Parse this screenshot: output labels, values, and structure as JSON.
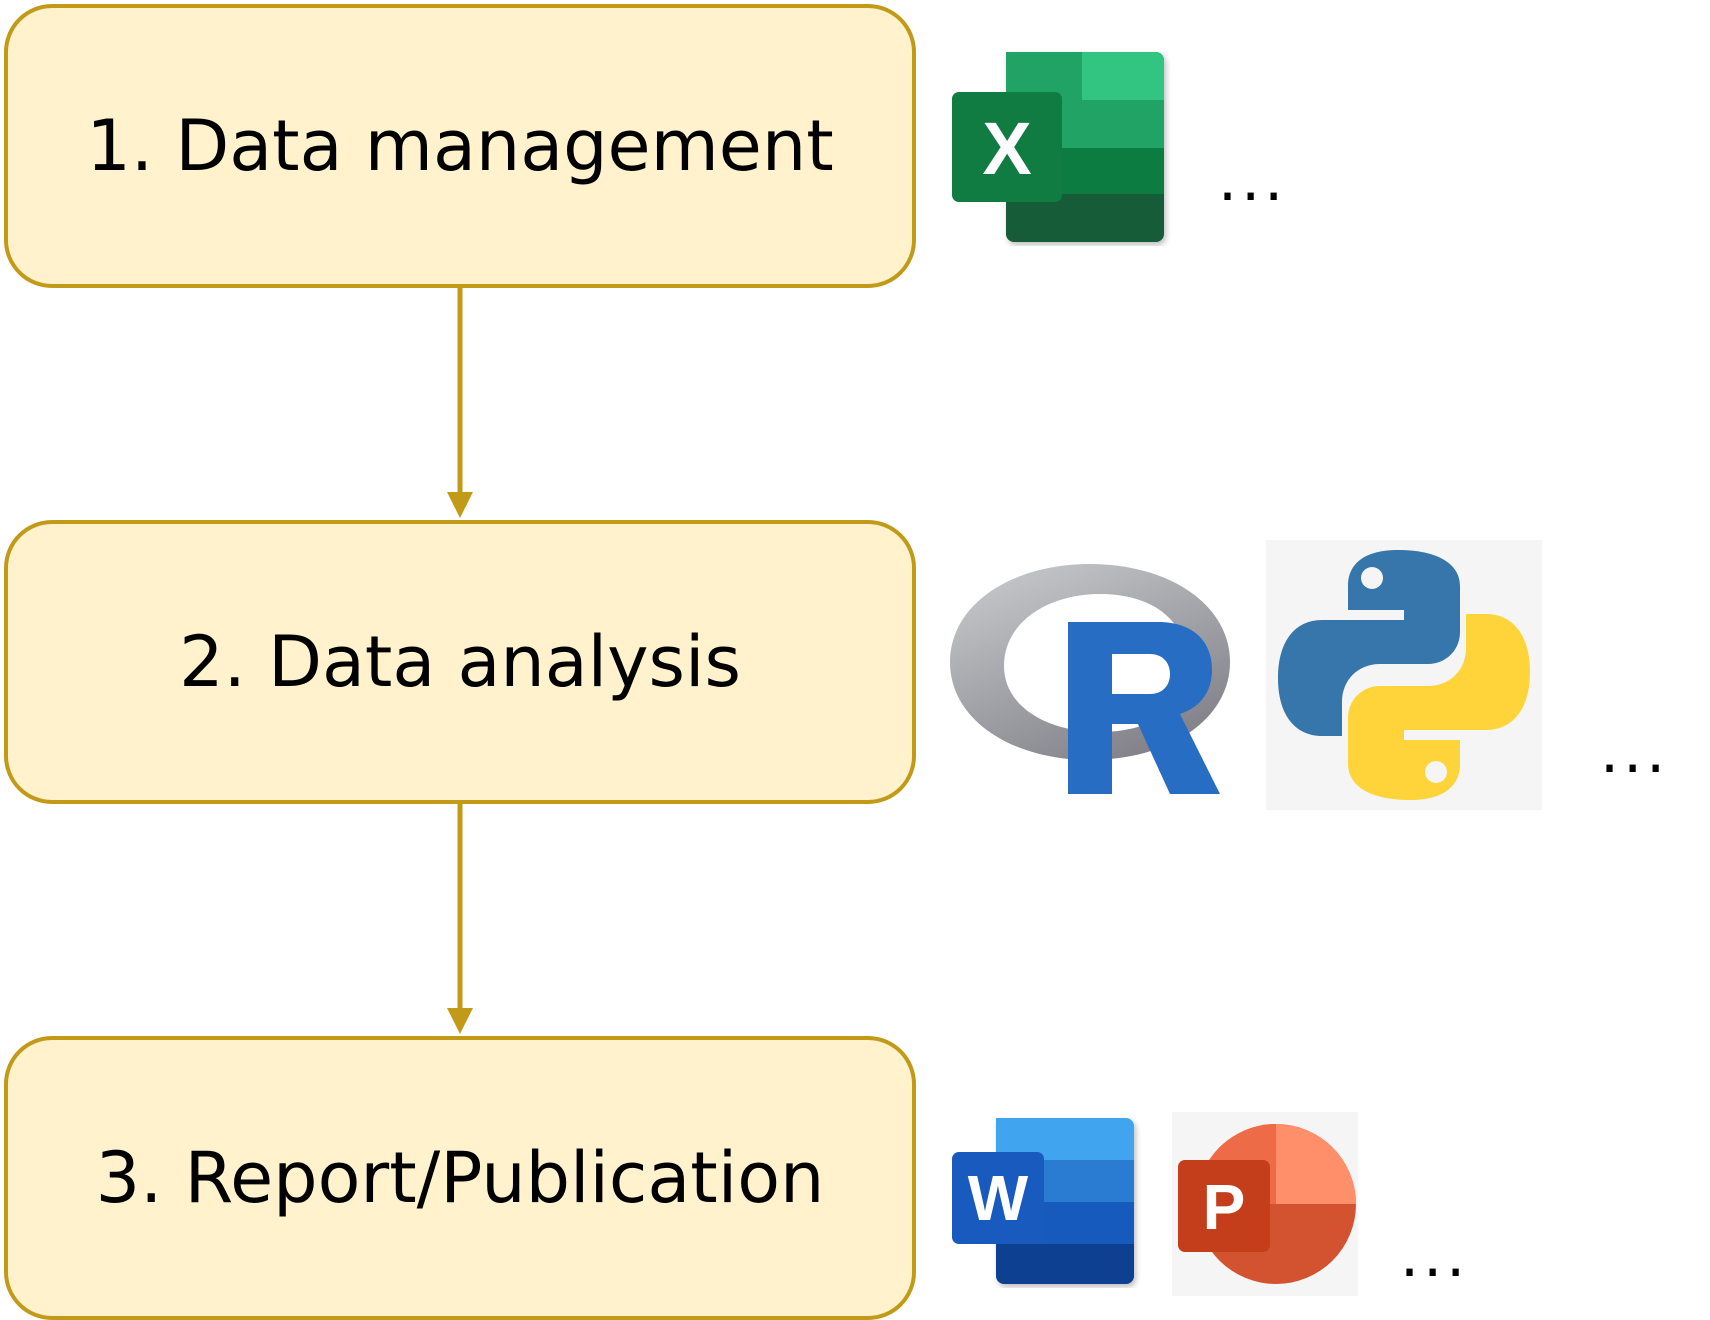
{
  "colors": {
    "box_fill": "#fff2cc",
    "box_border": "#c29a17",
    "arrow": "#c29a17"
  },
  "steps": [
    {
      "label": "1. Data management",
      "tools": [
        {
          "icon": "excel-icon",
          "letter": "X"
        }
      ],
      "more": "..."
    },
    {
      "label": "2. Data analysis",
      "tools": [
        {
          "icon": "r-logo-icon",
          "letter": "R"
        },
        {
          "icon": "python-logo-icon"
        }
      ],
      "more": "..."
    },
    {
      "label": "3. Report/Publication",
      "tools": [
        {
          "icon": "word-icon",
          "letter": "W"
        },
        {
          "icon": "powerpoint-icon",
          "letter": "P"
        }
      ],
      "more": "..."
    }
  ]
}
